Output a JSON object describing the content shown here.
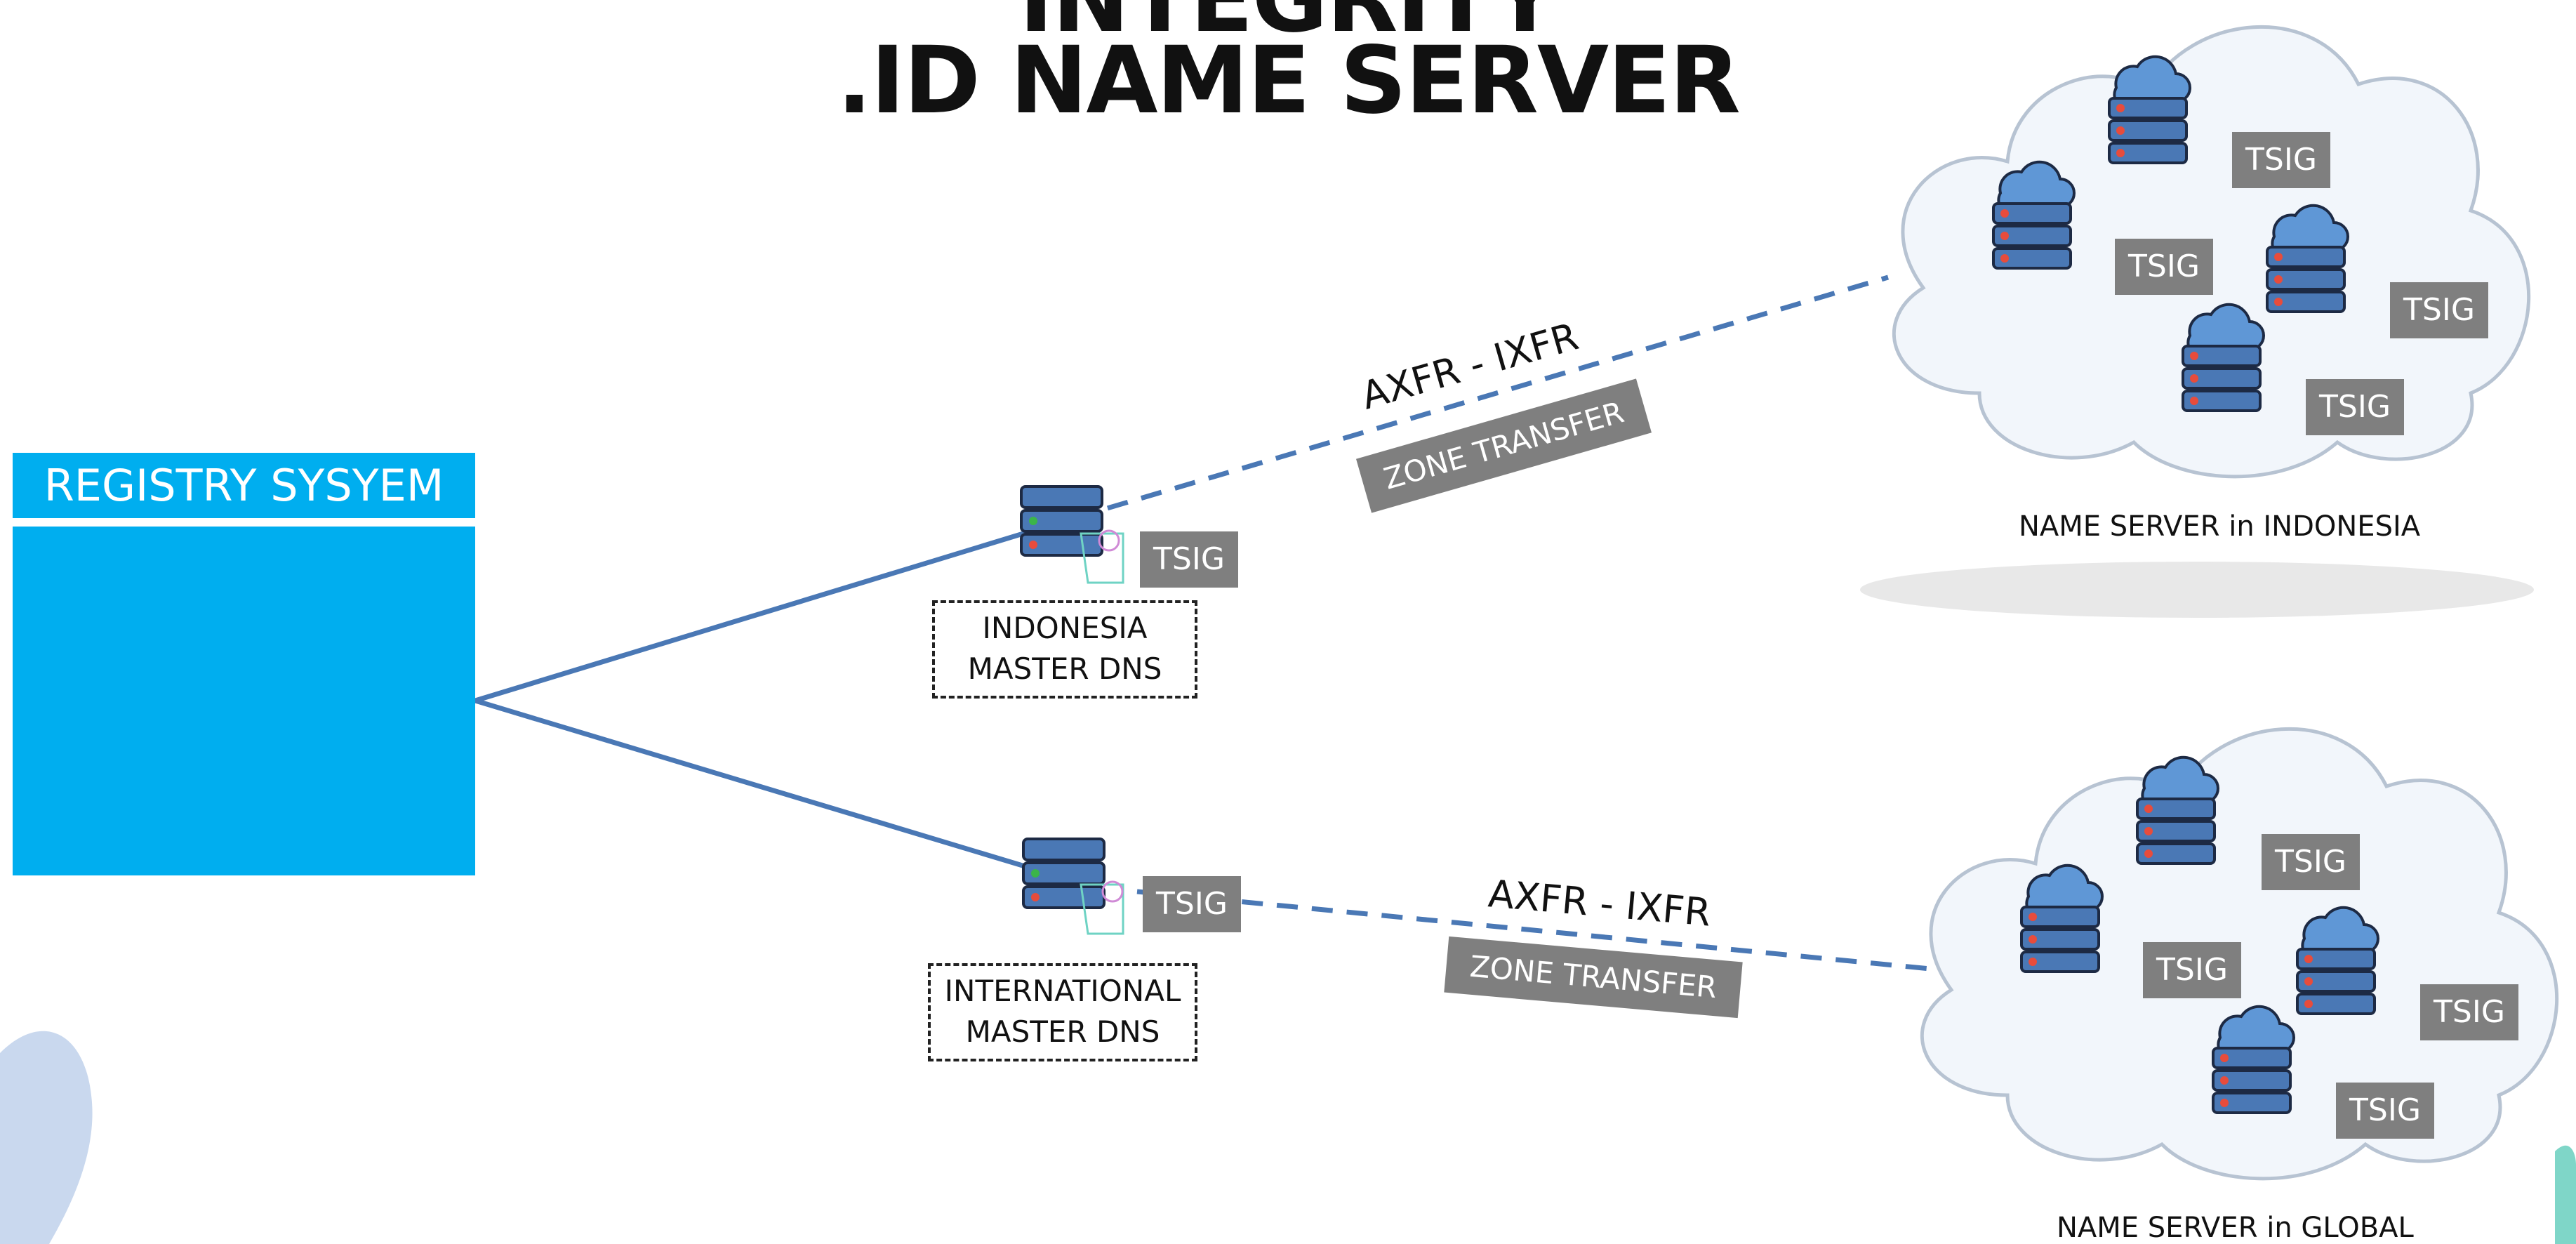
{
  "title": {
    "line1": "INTEGRITY",
    "line2": ".ID NAME SERVER"
  },
  "registry": {
    "label": "REGISTRY SYSYEM"
  },
  "master_dns": {
    "indonesia": {
      "line1": "INDONESIA",
      "line2": "MASTER DNS",
      "tsig": "TSIG"
    },
    "international": {
      "line1": "INTERNATIONAL",
      "line2": "MASTER DNS",
      "tsig": "TSIG"
    }
  },
  "links": {
    "top": {
      "protocol": "AXFR - IXFR",
      "type": "ZONE TRANSFER"
    },
    "bottom": {
      "protocol": "AXFR - IXFR",
      "type": "ZONE TRANSFER"
    }
  },
  "clouds": {
    "indonesia": {
      "caption": "NAME SERVER in INDONESIA",
      "servers": [
        "TSIG",
        "TSIG",
        "TSIG",
        "TSIG"
      ]
    },
    "global": {
      "caption": "NAME SERVER in GLOBAL",
      "servers": [
        "TSIG",
        "TSIG",
        "TSIG",
        "TSIG"
      ]
    }
  },
  "colors": {
    "registry_blue": "#00aeef",
    "link_blue": "#4a78b5",
    "tsig_gray": "#7f7f7f"
  }
}
